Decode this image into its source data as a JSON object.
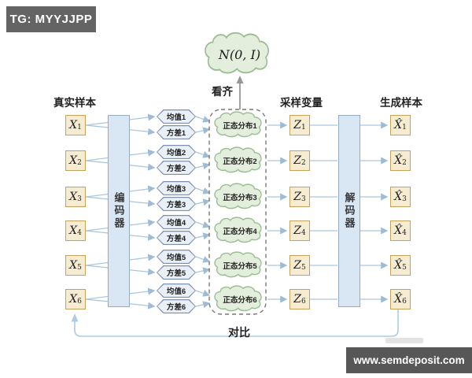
{
  "badges": {
    "tg": "TG: MYYJJPP",
    "site": "www.semdeposit.com"
  },
  "headers": {
    "real_samples": "真实样本",
    "sampled_vars": "采样变量",
    "generated_samples": "生成样本"
  },
  "labels": {
    "align": "看齐",
    "compare": "对比",
    "encoder": "编码器",
    "decoder": "解码器",
    "prior": "N(0, I)"
  },
  "rows": [
    {
      "x_base": "X",
      "x_sub": "1",
      "mean": "均值1",
      "var": "方差1",
      "dist": "正态分布1",
      "z_base": "Z",
      "z_sub": "1",
      "xhat_base": "X̂",
      "xhat_sub": "1"
    },
    {
      "x_base": "X",
      "x_sub": "2",
      "mean": "均值2",
      "var": "方差2",
      "dist": "正态分布2",
      "z_base": "Z",
      "z_sub": "2",
      "xhat_base": "X̂",
      "xhat_sub": "2"
    },
    {
      "x_base": "X",
      "x_sub": "3",
      "mean": "均值3",
      "var": "方差3",
      "dist": "正态分布3",
      "z_base": "Z",
      "z_sub": "3",
      "xhat_base": "X̂",
      "xhat_sub": "3"
    },
    {
      "x_base": "X",
      "x_sub": "4",
      "mean": "均值4",
      "var": "方差4",
      "dist": "正态分布4",
      "z_base": "Z",
      "z_sub": "4",
      "xhat_base": "X̂",
      "xhat_sub": "4"
    },
    {
      "x_base": "X",
      "x_sub": "5",
      "mean": "均值5",
      "var": "方差5",
      "dist": "正态分布5",
      "z_base": "Z",
      "z_sub": "5",
      "xhat_base": "X̂",
      "xhat_sub": "5"
    },
    {
      "x_base": "X",
      "x_sub": "6",
      "mean": "均值6",
      "var": "方差6",
      "dist": "正态分布6",
      "z_base": "Z",
      "z_sub": "6",
      "xhat_base": "X̂",
      "xhat_sub": "6"
    }
  ],
  "colors": {
    "sample_box_fill": "#f6ecd2",
    "sample_box_border": "#c6a15b",
    "coder_fill": "#d9e7f5",
    "coder_border": "#94aac3",
    "hex_fill": "#eaf0f8",
    "hex_border": "#7e8fae",
    "cloud_fill": "#e3efdc",
    "cloud_border": "#9bbd93",
    "wire": "#aac6dc",
    "badge_bg": "#646464"
  }
}
